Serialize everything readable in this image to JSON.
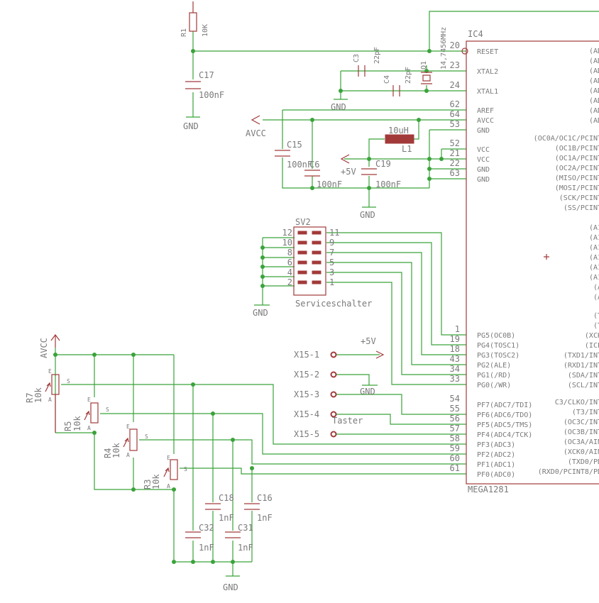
{
  "ic": {
    "name": "IC4",
    "part": "MEGA1281",
    "left_pins": [
      {
        "num": "20",
        "label": "RESET"
      },
      {
        "num": "23",
        "label": "XTAL2"
      },
      {
        "num": "24",
        "label": "XTAL1"
      },
      {
        "num": "62",
        "label": "AREF"
      },
      {
        "num": "64",
        "label": "AVCC"
      },
      {
        "num": "53",
        "label": "GND"
      },
      {
        "num": "52",
        "label": "VCC"
      },
      {
        "num": "21",
        "label": "VCC"
      },
      {
        "num": "22",
        "label": "GND"
      },
      {
        "num": "63",
        "label": "GND"
      },
      {
        "num": "1",
        "label": "PG5(OC0B)"
      },
      {
        "num": "19",
        "label": "PG4(TOSC1)"
      },
      {
        "num": "18",
        "label": "PG3(TOSC2)"
      },
      {
        "num": "43",
        "label": "PG2(ALE)"
      },
      {
        "num": "34",
        "label": "PG1(/RD)"
      },
      {
        "num": "33",
        "label": "PG0(/WR)"
      },
      {
        "num": "54",
        "label": "PF7(ADC7/TDI)"
      },
      {
        "num": "55",
        "label": "PF6(ADC6/TDO)"
      },
      {
        "num": "56",
        "label": "PF5(ADC5/TMS)"
      },
      {
        "num": "57",
        "label": "PF4(ADC4/TCK)"
      },
      {
        "num": "58",
        "label": "PF3(ADC3)"
      },
      {
        "num": "59",
        "label": "PF2(ADC2)"
      },
      {
        "num": "60",
        "label": "PF1(ADC1)"
      },
      {
        "num": "61",
        "label": "PF0(ADC0)"
      }
    ],
    "right_labels": [
      "(AD",
      "(AD",
      "(AD",
      "(AD",
      "(AD",
      "(AD",
      "(AD",
      "(AD",
      "(OC0A/OC1C/PCINT",
      "(OC1B/PCINT",
      "(OC1A/PCINT",
      "(OC2A/PCINT",
      "(MISO/PCINT",
      "(MOSI/PCINT",
      "(SCK/PCINT",
      "(SS/PCINT",
      "(A1",
      "(A1",
      "(A1",
      "(A1",
      "(A1",
      "(A1",
      "(A",
      "(A",
      "(T",
      "(T",
      "(XCK",
      "(ICP",
      "(TXD1/INT",
      "(RXD1/INT",
      "(SDA/INT",
      "(SCL/INT",
      "C3/CLKO/INT",
      "(T3/INT",
      "(OC3C/INT",
      "(OC3B/INT",
      "(OC3A/AIN",
      "(XCK0/AIN",
      "(TXD0/PD",
      "(RXD0/PCINT8/PD"
    ]
  },
  "components": {
    "r1": {
      "name": "R1",
      "value": "10K"
    },
    "c17": {
      "name": "C17",
      "value": "100nF"
    },
    "c3": {
      "name": "C3",
      "value": "22pF"
    },
    "c4": {
      "name": "C4",
      "value": "22pF"
    },
    "q1": {
      "name": "Q1",
      "value": "14,7456MHz"
    },
    "l1": {
      "name": "L1",
      "value": "10uH"
    },
    "c15": {
      "name": "C15",
      "value": "100nF"
    },
    "c6": {
      "name": "C6",
      "value": "100nF"
    },
    "c19": {
      "name": "C19",
      "value": "100nF"
    },
    "sv2": {
      "name": "SV2",
      "value": "Serviceschalter",
      "pins_left": [
        "12",
        "10",
        "8",
        "6",
        "4",
        "2"
      ],
      "pins_right": [
        "11",
        "9",
        "7",
        "5",
        "3",
        "1"
      ]
    },
    "r7": {
      "name": "R7",
      "value": "10k"
    },
    "r5": {
      "name": "R5",
      "value": "10k"
    },
    "r4": {
      "name": "R4",
      "value": "10k"
    },
    "r3": {
      "name": "R3",
      "value": "10k"
    },
    "c18": {
      "name": "C18",
      "value": "1nF"
    },
    "c16": {
      "name": "C16",
      "value": "1nF"
    },
    "c32": {
      "name": "C32",
      "value": "1nF"
    },
    "c31": {
      "name": "C31",
      "value": "1nF"
    },
    "pot_pins": {
      "a": "A",
      "e": "E",
      "s": "S"
    }
  },
  "supplies": {
    "gnd": "GND",
    "avcc": "AVCC",
    "plus5v": "+5V"
  },
  "connectors": [
    {
      "name": "X15-1"
    },
    {
      "name": "X15-2"
    },
    {
      "name": "X15-3"
    },
    {
      "name": "X15-4",
      "note": "Taster"
    },
    {
      "name": "X15-5"
    }
  ],
  "colors": {
    "wire": "#3aa33a",
    "part": "#a23a3a",
    "text": "#7a7a7a"
  }
}
